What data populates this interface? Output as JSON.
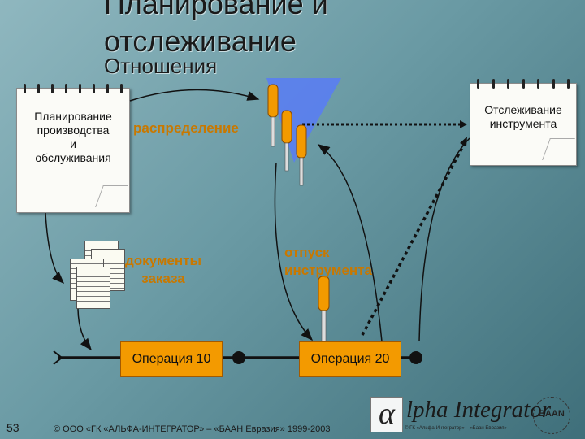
{
  "title": {
    "line1": "Планирование и",
    "line2": "отслеживание",
    "subtitle": "Отношения"
  },
  "notes": {
    "planning": [
      "Планирование",
      "производства",
      "и",
      "обслуживания"
    ],
    "tracking": [
      "Отслеживание",
      "инструмента"
    ]
  },
  "labels": {
    "distribution": "распределение",
    "documents": [
      "документы",
      "заказа"
    ],
    "release": [
      "отпуск",
      "инструмента"
    ]
  },
  "operations": {
    "op10": "Операция 10",
    "op20": "Операция 20"
  },
  "footer": {
    "slide_number": "53",
    "copyright": "© ООО «ГК «АЛЬФА-ИНТЕГРАТОР» – «БААН Евразия» 1999-2003"
  },
  "logo": {
    "alpha": "α",
    "name": "lpha Integrator",
    "small_text": "© ГК «Альфа-Интегратор» – «Баан Евразия»",
    "seal": "BAAN"
  },
  "icons": [
    "screwdriver-icon",
    "document-stack-icon",
    "notepad-icon"
  ],
  "colors": {
    "orange": "#f39a00",
    "blue_funnel": "#5a7ff0",
    "background": "#6a9aa4"
  }
}
